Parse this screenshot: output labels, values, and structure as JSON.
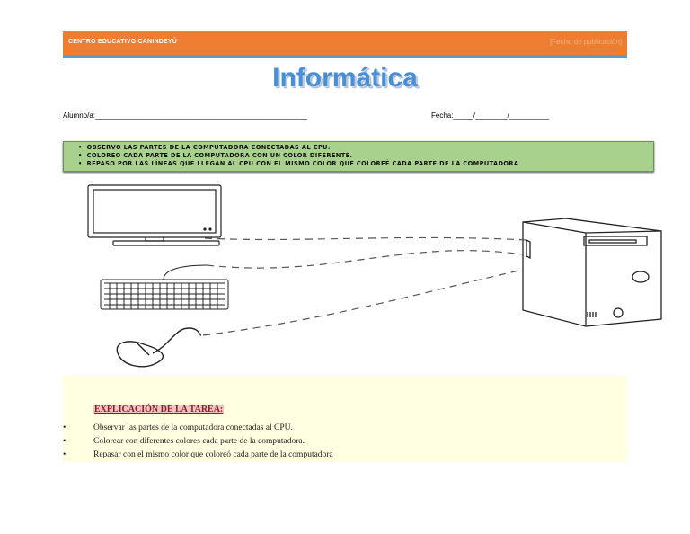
{
  "header": {
    "school": "CENTRO EDUCATIVO CANINDEYÚ",
    "publication_date": "[Fecha de publicación]"
  },
  "title": "Informática",
  "fields": {
    "student_label": "Alumno/a:",
    "student_blank": "_____________________________________________________",
    "date_label": "Fecha:",
    "date_blank": "_____/________/__________"
  },
  "instructions": [
    "OBSERVO LAS PARTES DE LA COMPUTADORA CONECTADAS AL CPU.",
    "COLOREO CADA PARTE DE LA COMPUTADORA CON UN COLOR DIFERENTE.",
    "REPASO POR LAS LÍNEAS QUE LLEGAN AL CPU CON EL MISMO COLOR QUE COLOREÉ CADA PARTE DE LA COMPUTADORA"
  ],
  "explanation": {
    "title": "EXPLICACIÓN DE LA TAREA:",
    "items": [
      "Observar las partes de la computadora conectadas al CPU.",
      "Colorear con diferentes colores cada parte de la computadora.",
      "Repasar con el mismo color que coloreó cada parte de la computadora"
    ]
  },
  "colors": {
    "header_orange": "#ed7d31",
    "header_blue_line": "#5b9bd5",
    "title_blue": "#4a8fd3",
    "instruction_green": "#a9d18e",
    "explanation_bg": "#ffffe1"
  }
}
